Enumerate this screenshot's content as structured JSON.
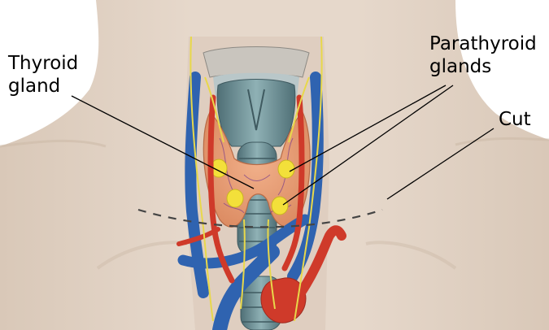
{
  "labels": {
    "thyroid": [
      "Thyroid",
      "gland"
    ],
    "parathyroid": [
      "Parathyroid",
      "glands"
    ],
    "cut": "Cut"
  },
  "colors": {
    "skin": "#e3d5c8",
    "skin_shadow": "#cdbba9",
    "thyroid_tissue": "#e8a178",
    "parathyroid_gland": "#f3e03a",
    "vein": "#2f63b0",
    "artery": "#cf3a2a",
    "nerve": "#e8d84a",
    "trachea": "#6f8d92",
    "cut_line": "#444444",
    "leader_line": "#000000"
  }
}
